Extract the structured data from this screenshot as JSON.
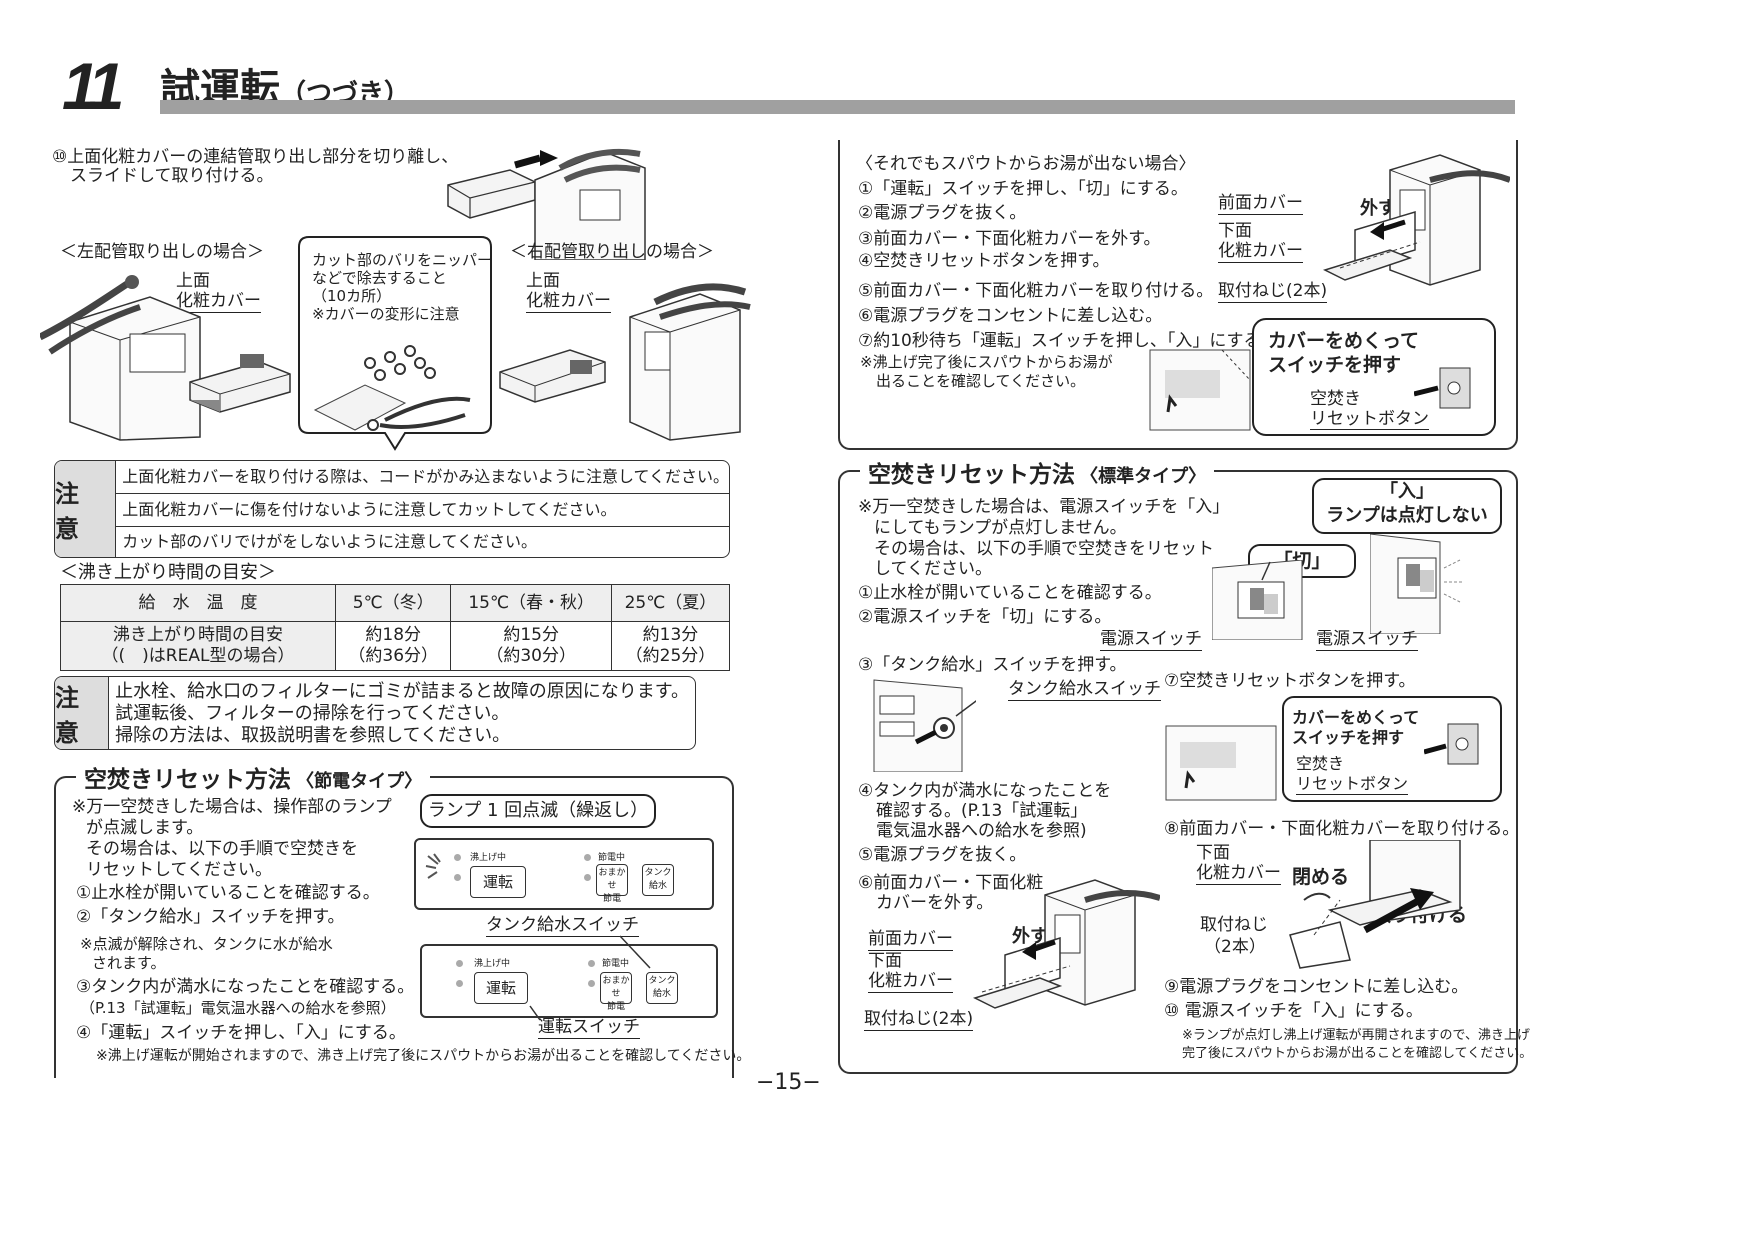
{
  "header": {
    "number": "11",
    "title": "試運転",
    "subtitle": "（つづき）"
  },
  "left": {
    "step10": [
      "⑩上面化粧カバーの連結管取り出し部分を切り離し、",
      "スライドして取り付ける。"
    ],
    "left_pipe": "＜左配管取り出しの場合＞",
    "right_pipe": "＜右配管取り出しの場合＞",
    "cover_label": [
      "上面",
      "化粧カバー"
    ],
    "cut_note": [
      "カット部のバリをニッパー",
      "などで除去すること",
      "（10カ所）",
      "※カバーの変形に注意"
    ],
    "caution1": {
      "label": "注 意",
      "lines": [
        "上面化粧カバーを取り付ける際は、コードがかみ込まないように注意してください。",
        "上面化粧カバーに傷を付けないように注意してカットしてください。",
        "カット部のバリでけがをしないように注意してください。"
      ]
    },
    "boil_title": "＜沸き上がり時間の目安＞",
    "boil_table": {
      "header": [
        "給　水　温　度",
        "5℃（冬）",
        "15℃（春・秋）",
        "25℃（夏）"
      ],
      "row_label": [
        "沸き上がり時間の目安",
        "（(　)はREAL型の場合）"
      ],
      "values": [
        [
          "約18分",
          "（約36分）"
        ],
        [
          "約15分",
          "（約30分）"
        ],
        [
          "約13分",
          "（約25分）"
        ]
      ]
    },
    "caution2": {
      "label": "注 意",
      "lines": [
        "止水栓、給水口のフィルターにゴミが詰まると故障の原因になります。",
        "試運転後、フィルターの掃除を行ってください。",
        "掃除の方法は、取扱説明書を参照してください。"
      ]
    },
    "reset_saving": {
      "title": "空焚きリセット方法",
      "subtitle": "〈節電タイプ〉",
      "lines": [
        "※万一空焚きした場合は、操作部のランプ",
        "が点滅します。",
        "その場合は、以下の手順で空焚きを",
        "リセットしてください。",
        "①止水栓が開いていることを確認する。",
        "②「タンク給水」スイッチを押す。",
        "※点滅が解除され、タンクに水が給水",
        "されます。",
        "③タンク内が満水になったことを確認する。",
        "（P.13「試運転」電気温水器への給水を参照）",
        "④「運転」スイッチを押し、「入」にする。",
        "※沸上げ運転が開始されますので、沸き上げ完了後にスパウトからお湯が出ることを確認してください。"
      ],
      "lamp_callout": "ランプ 1 回点滅（繰返し）",
      "panel": {
        "boiling": "沸上げ中",
        "saving": "節電中",
        "run": "運転",
        "omakase": [
          "おまかせ",
          "節電"
        ],
        "tank": [
          "タンク",
          "給水"
        ]
      },
      "tank_switch": "タンク給水スイッチ",
      "run_switch": "運転スイッチ"
    }
  },
  "right": {
    "no_water": {
      "title": "〈それでもスパウトからお湯が出ない場合〉",
      "lines": [
        "①「運転」スイッチを押し、「切」にする。",
        "②電源プラグを抜く。",
        "③前面カバー・下面化粧カバーを外す。",
        "④空焚きリセットボタンを押す。",
        "⑤前面カバー・下面化粧カバーを取り付ける。",
        "⑥電源プラグをコンセントに差し込む。",
        "⑦約10秒待ち「運転」スイッチを押し、「入」にする。",
        "※沸上げ完了後にスパウトからお湯が",
        "出ることを確認してください。"
      ],
      "front_cover": "前面カバー",
      "remove": "外す",
      "bottom_cover": [
        "下面",
        "化粧カバー"
      ],
      "screws": "取付ねじ(2本)",
      "callout": [
        "カバーをめくって",
        "スイッチを押す"
      ],
      "reset_button": [
        "空焚き",
        "リセットボタン"
      ]
    },
    "reset_standard": {
      "title": "空焚きリセット方法",
      "subtitle": "〈標準タイプ〉",
      "lines_a": [
        "※万一空焚きした場合は、電源スイッチを「入」",
        "にしてもランプが点灯しません。",
        "その場合は、以下の手順で空焚きをリセット",
        "してください。",
        "①止水栓が開いていることを確認する。",
        "②電源スイッチを「切」にする。"
      ],
      "on_callout": [
        "「入」",
        "ランプは点灯しない"
      ],
      "off_callout": "「切」",
      "power_switch": "電源スイッチ",
      "step3": "③「タンク給水」スイッチを押す。",
      "tank_switch": "タンク給水スイッチ",
      "step7": "⑦空焚きリセットボタンを押す。",
      "callout": [
        "カバーをめくって",
        "スイッチを押す"
      ],
      "reset_button": [
        "空焚き",
        "リセットボタン"
      ],
      "step4": [
        "④タンク内が満水になったことを",
        "確認する。(P.13「試運転」",
        "電気温水器への給水を参照)"
      ],
      "step5": "⑤電源プラグを抜く。",
      "step6": [
        "⑥前面カバー・下面化粧",
        "カバーを外す。"
      ],
      "front_cover": "前面カバー",
      "remove": "外す",
      "bottom_cover": [
        "下面",
        "化粧カバー"
      ],
      "screws": "取付ねじ(2本)",
      "step8": "⑧前面カバー・下面化粧カバーを取り付ける。",
      "bottom_cover2": [
        "下面",
        "化粧カバー"
      ],
      "close": "閉める",
      "attach": "取り付ける",
      "screws2": [
        "取付ねじ",
        "（2本）"
      ],
      "step9": "⑨電源プラグをコンセントに差し込む。",
      "step10": "⑩ 電源スイッチを「入」にする。",
      "note": [
        "※ランプが点灯し沸上げ運転が再開されますので、沸き上げ",
        "完了後にスパウトからお湯が出ることを確認してください。"
      ]
    }
  },
  "footer": {
    "page": "−15−"
  },
  "colors": {
    "header_bar": "#a0a0a0",
    "caution_bg": "#dddddd",
    "text": "#222222"
  }
}
